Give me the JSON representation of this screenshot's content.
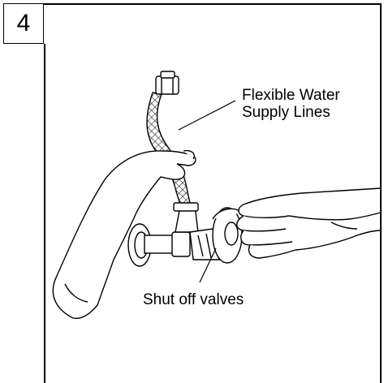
{
  "step": {
    "number": "4"
  },
  "labels": {
    "supply_line_1": "Flexible Water",
    "supply_line_2": "Supply Lines",
    "valves": "Shut off valves"
  }
}
